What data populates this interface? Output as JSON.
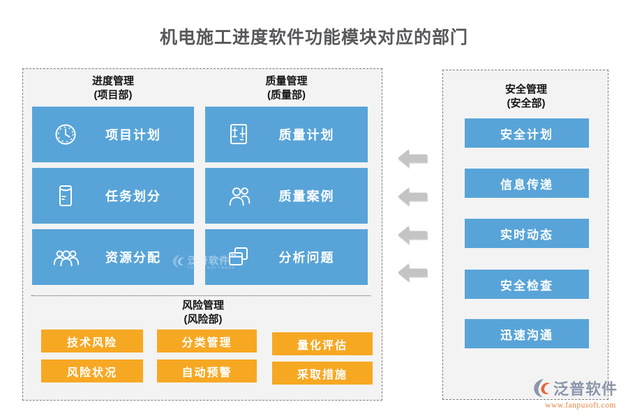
{
  "title": "机电施工进度软件功能模块对应的部门",
  "colors": {
    "module_blue": "#58a4d8",
    "risk_orange": "#f7a823",
    "panel_bg": "#f3f3f3",
    "arrow_gray": "#c4c4c4",
    "title_text": "#57585a",
    "logo_slate": "#8b96aa",
    "logo_orange": "#e8653f"
  },
  "left_panel": {
    "groups": [
      {
        "title": "进度管理",
        "subtitle": "(项目部)",
        "items": [
          {
            "icon": "clock-icon",
            "label": "项目计划"
          },
          {
            "icon": "envelope-icon",
            "label": "任务划分"
          },
          {
            "icon": "team-icon",
            "label": "资源分配"
          }
        ]
      },
      {
        "title": "质量管理",
        "subtitle": "(质量部)",
        "items": [
          {
            "icon": "checklist-icon",
            "label": "质量计划"
          },
          {
            "icon": "people-icon",
            "label": "质量案例"
          },
          {
            "icon": "windows-icon",
            "label": "分析问题"
          }
        ]
      }
    ],
    "risk": {
      "title": "风险管理",
      "subtitle": "(风险部)",
      "buttons": [
        "技术风险",
        "分类管理",
        "量化评估",
        "风险状况",
        "自动预警",
        "采取措施"
      ]
    }
  },
  "arrows": {
    "direction": "left",
    "count": 4
  },
  "right_panel": {
    "title": "安全管理",
    "subtitle": "(安全部)",
    "buttons": [
      "安全计划",
      "信息传递",
      "实时动态",
      "安全检查",
      "迅速沟通"
    ]
  },
  "watermark": {
    "name": "泛普软件",
    "subtext": "FANPU SOFTWARE"
  },
  "logo": {
    "name": "泛普软件",
    "url": "www.fanpusoft.com"
  }
}
